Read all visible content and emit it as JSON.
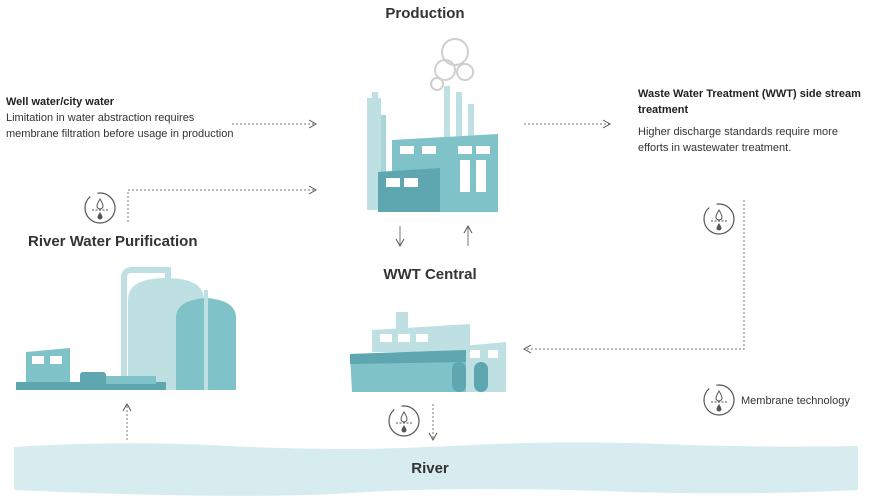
{
  "production": {
    "title": "Production"
  },
  "well_water": {
    "title": "Well water/city water",
    "description": "Limitation in water abstraction requires membrane filtration before usage in production"
  },
  "wwt_side": {
    "title": "Waste Water Treatment (WWT) side stream treatment",
    "description": "Higher discharge standards require more efforts in wastewater treatment."
  },
  "river_purification": {
    "title": "River Water Purification"
  },
  "wwt_central": {
    "title": "WWT Central"
  },
  "river": {
    "title": "River"
  },
  "legend": {
    "membrane_label": "Membrane technology",
    "icon": "membrane-drop-icon"
  },
  "colors": {
    "teal_dark": "#5ea7b0",
    "teal_mid": "#7fc3c9",
    "teal_light": "#bfe0e3",
    "river": "#d7ecee",
    "line": "#555555"
  }
}
